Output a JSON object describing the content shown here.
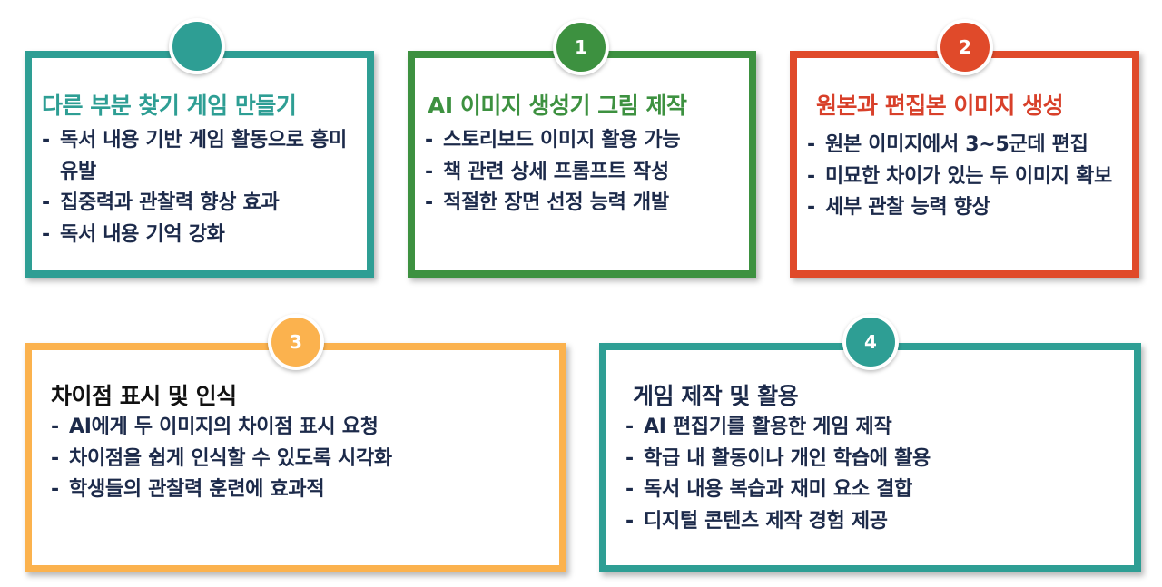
{
  "cards": [
    {
      "badge": "",
      "title": "다른 부분 찾기 게임 만들기",
      "items": [
        "독서 내용 기반 게임 활동으로 흥미 유발",
        "집중력과 관찰력 향상 효과",
        "독서 내용 기억 강화"
      ],
      "color": "#2e9e94"
    },
    {
      "badge": "1",
      "title": "AI 이미지 생성기 그림 제작",
      "items": [
        "스토리보드 이미지 활용 가능",
        "책 관련 상세 프롬프트 작성",
        "적절한 장면 선정 능력 개발"
      ],
      "color": "#3d9140"
    },
    {
      "badge": "2",
      "title": "원본과 편집본 이미지 생성",
      "items": [
        "원본 이미지에서 3~5군데 편집",
        "미묘한 차이가 있는 두 이미지 확보",
        "세부 관찰 능력 향상"
      ],
      "color": "#e04a2a"
    },
    {
      "badge": "3",
      "title": "차이점 표시 및 인식",
      "items": [
        "AI에게 두 이미지의 차이점 표시 요청",
        "차이점을 쉽게 인식할 수 있도록 시각화",
        "학생들의 관찰력 훈련에 효과적"
      ],
      "color": "#fbb24e"
    },
    {
      "badge": "4",
      "title": "게임 제작 및 활용",
      "items": [
        "AI 편집기를 활용한 게임 제작",
        "학급 내 활동이나 개인 학습에 활용",
        "독서 내용 복습과 재미 요소 결합",
        "디지털 콘텐츠 제작 경험 제공"
      ],
      "color": "#2e9e94"
    }
  ]
}
